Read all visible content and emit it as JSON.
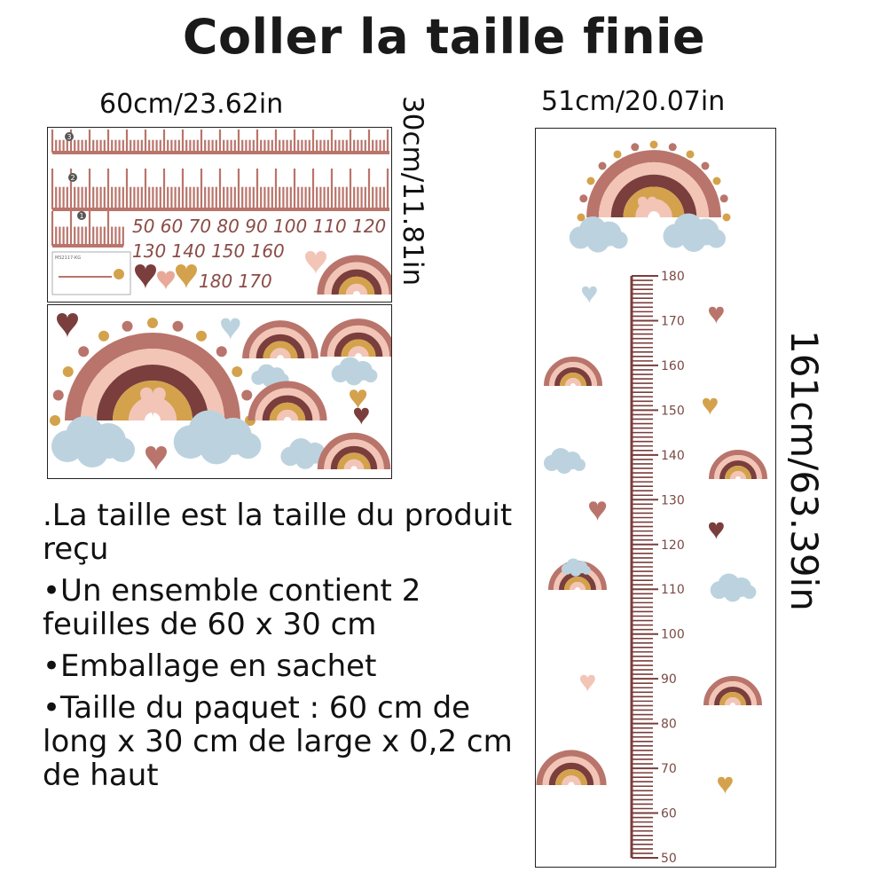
{
  "title": "Coller la taille finie",
  "dimensions": {
    "sheet_width": "60cm/23.62in",
    "sheet_height": "30cm/11.81in",
    "chart_width": "51cm/20.07in",
    "chart_height": "161cm/63.39in"
  },
  "sheet1": {
    "strip_markers": [
      "3",
      "2",
      "1"
    ],
    "number_rows": [
      "50 60 70 80 90 100 110 120",
      "130 140 150 160",
      "180 170"
    ],
    "thumb_label": "MS2117-KG"
  },
  "chart": {
    "scale_labels": [
      "180",
      "170",
      "160",
      "150",
      "140",
      "130",
      "120",
      "110",
      "100",
      "90",
      "80",
      "70",
      "60",
      "50"
    ]
  },
  "notes": [
    ".La taille est la taille du produit reçu",
    "•Un ensemble contient 2 feuilles de 60 x 30 cm",
    "•Emballage en sachet",
    "•Taille du paquet : 60 cm de long x 30 cm de large x 0,2 cm de haut"
  ],
  "colors": {
    "brown": "#7a3e3c",
    "rose": "#b9756b",
    "mustard": "#d4a24c",
    "pink": "#f2c5b7",
    "cloud": "#bcd3df"
  },
  "icons": [
    "rainbow-icon",
    "cloud-icon",
    "heart-icon"
  ]
}
